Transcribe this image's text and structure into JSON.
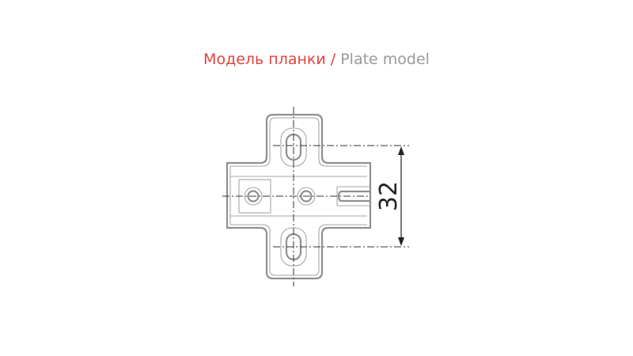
{
  "title": {
    "ru": "Модель планки /",
    "en": "Plate model"
  },
  "drawing": {
    "dimension_label": "32",
    "line_color": "#8f8f8f"
  },
  "colors": {
    "accent": "#e0453f",
    "secondary": "#9a9a9a"
  }
}
